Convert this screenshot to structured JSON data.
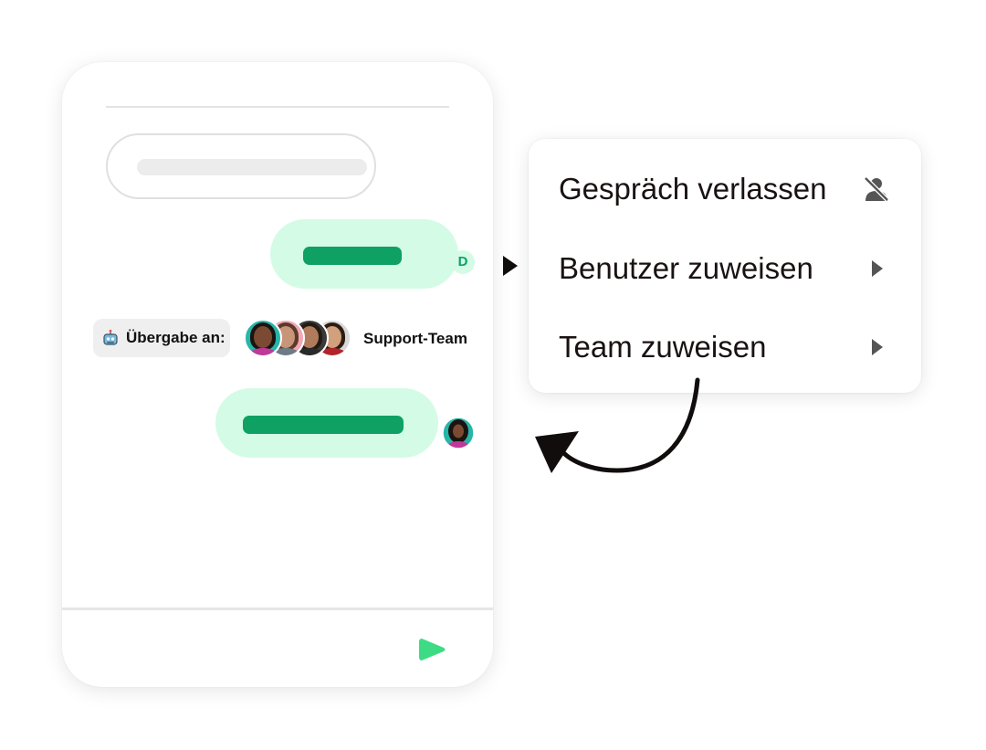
{
  "chat": {
    "handover_label": "Übergabe an:",
    "robot_icon": "robot-icon",
    "team_name": "Support-Team",
    "peek_avatar_letter": "D",
    "avatar_count": 4
  },
  "menu": {
    "items": [
      {
        "label": "Gespräch verlassen",
        "icon": "user-slash-icon"
      },
      {
        "label": "Benutzer zuweisen",
        "icon": "caret-right-icon"
      },
      {
        "label": "Team zuweisen",
        "icon": "caret-right-icon"
      }
    ]
  },
  "colors": {
    "bubble_bg": "#d4fbe6",
    "bubble_bar": "#0ea163",
    "send": "#3ddc84",
    "menu_text": "#1a1212",
    "icon": "#555555"
  }
}
